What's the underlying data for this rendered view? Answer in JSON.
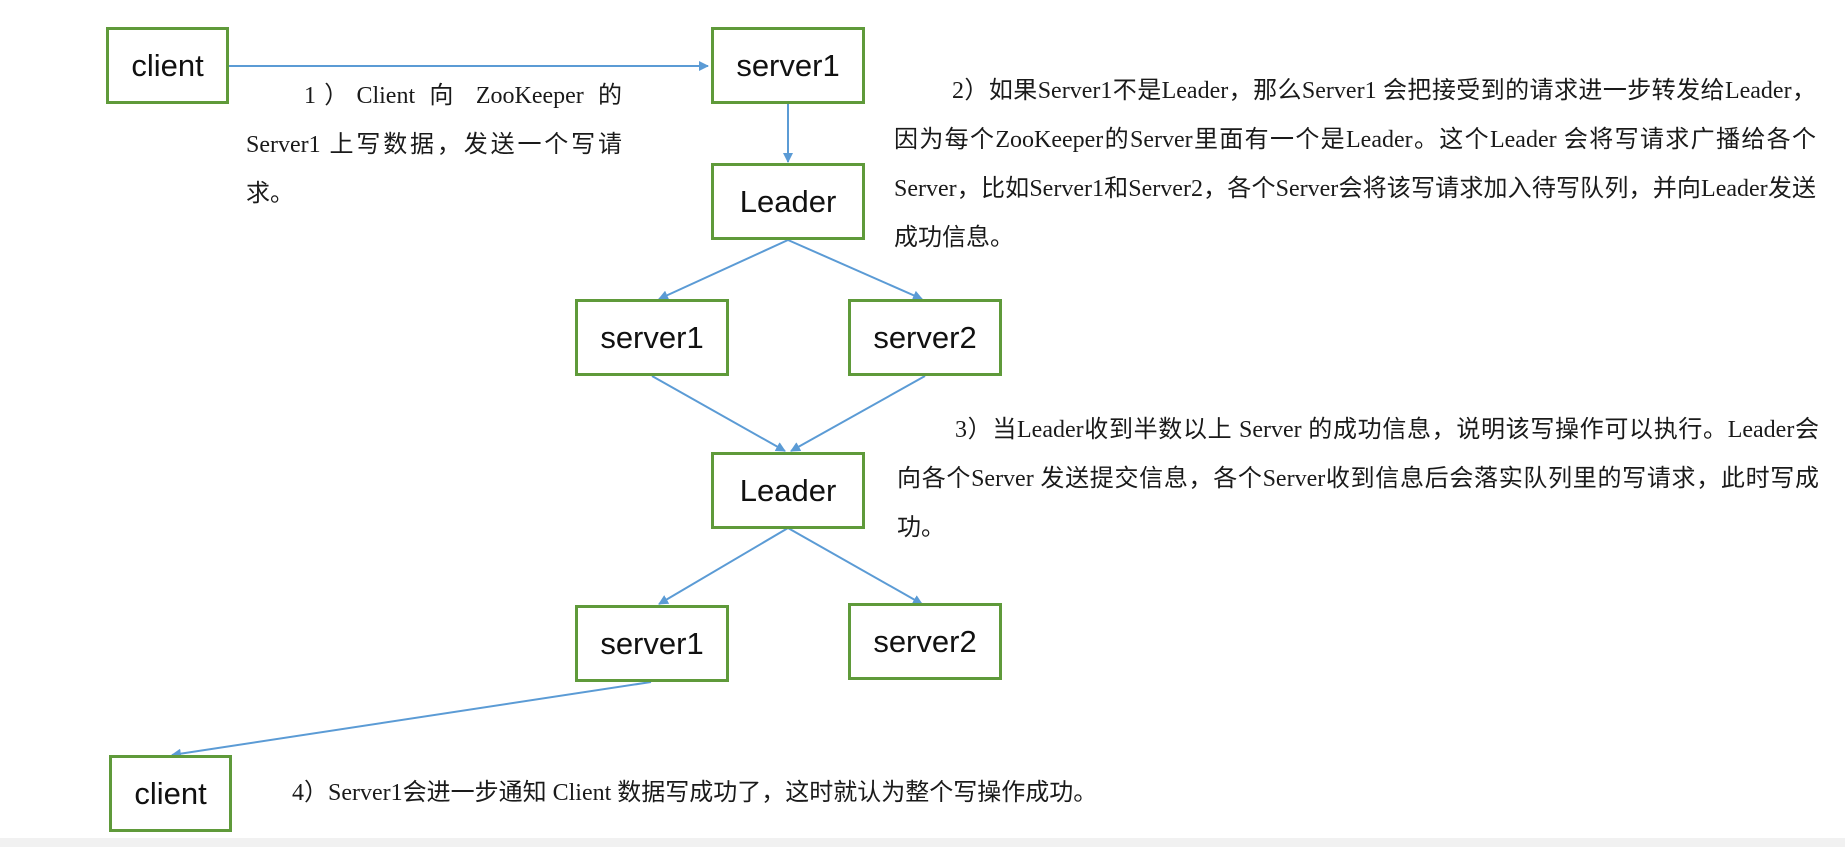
{
  "nodes": {
    "client_top": "client",
    "server1_top": "server1",
    "leader_1": "Leader",
    "server1_mid": "server1",
    "server2_mid": "server2",
    "leader_2": "Leader",
    "server1_bottom": "server1",
    "server2_bottom": "server2",
    "client_bottom": "client"
  },
  "notes": {
    "step1": "1）Client 向 ZooKeeper 的 Server1 上写数据，发送一个写请求。",
    "step2": "2）如果Server1不是Leader，那么Server1 会把接受到的请求进一步转发给Leader，因为每个ZooKeeper的Server里面有一个是Leader。这个Leader 会将写请求广播给各个Server，比如Server1和Server2，各个Server会将该写请求加入待写队列，并向Leader发送成功信息。",
    "step3": "3）当Leader收到半数以上 Server 的成功信息，说明该写操作可以执行。Leader会向各个Server 发送提交信息，各个Server收到信息后会落实队列里的写请求，此时写成功。",
    "step4": "4）Server1会进一步通知 Client 数据写成功了，这时就认为整个写操作成功。"
  },
  "colors": {
    "node_border": "#5f9a3a",
    "arrow": "#5b9bd5",
    "text": "#1a1a1a"
  }
}
